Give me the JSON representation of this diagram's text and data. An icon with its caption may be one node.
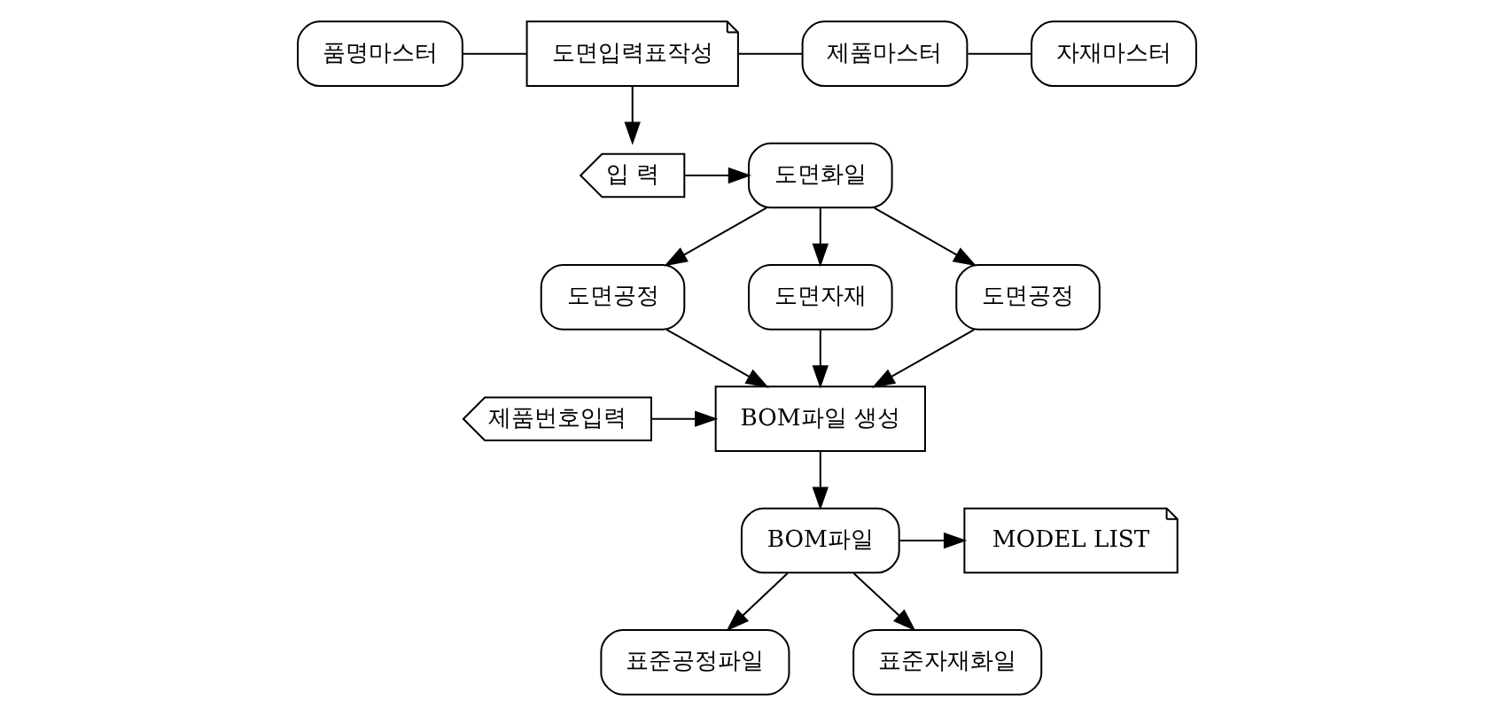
{
  "diagram": {
    "nodes": [
      {
        "text": [
          "품명마스터"
        ]
      },
      {
        "text": [
          "도면입력표작성"
        ]
      },
      {
        "text": [
          "제품마스터"
        ]
      },
      {
        "text": [
          "자재마스터"
        ]
      },
      {
        "text": [
          "입 력"
        ]
      },
      {
        "text": [
          "도면화일"
        ]
      },
      {
        "text": [
          "도면공정"
        ]
      },
      {
        "text": [
          "도면자재"
        ]
      },
      {
        "text": [
          "도면공정"
        ]
      },
      {
        "text": [
          "제품번호입력"
        ]
      },
      {
        "text": [
          "BOM파일 생성"
        ]
      },
      {
        "text": [
          "MODEL LIST"
        ]
      },
      {
        "text": [
          "BOM파일"
        ]
      },
      {
        "text": [
          "표준공정파일"
        ]
      },
      {
        "text": [
          "표준자재화일"
        ]
      }
    ],
    "edges": [
      {
        "from": 0,
        "to": 1,
        "arrow": "none"
      },
      {
        "from": 1,
        "to": 2,
        "arrow": "none"
      },
      {
        "from": 2,
        "to": 3,
        "arrow": "none"
      },
      {
        "from": 1,
        "to": 4,
        "arrow": "to"
      },
      {
        "from": 4,
        "to": 5,
        "arrow": "to"
      },
      {
        "from": 5,
        "to": 6,
        "arrow": "to"
      },
      {
        "from": 5,
        "to": 7,
        "arrow": "to"
      },
      {
        "from": 5,
        "to": 8,
        "arrow": "to"
      },
      {
        "from": 6,
        "to": 10,
        "arrow": "to"
      },
      {
        "from": 7,
        "to": 10,
        "arrow": "to"
      },
      {
        "from": 8,
        "to": 10,
        "arrow": "to"
      },
      {
        "from": 9,
        "to": 10,
        "arrow": "to"
      },
      {
        "from": 10,
        "to": 12,
        "arrow": "to"
      },
      {
        "from": 12,
        "to": 11,
        "arrow": "to"
      },
      {
        "from": 12,
        "to": 13,
        "arrow": "to"
      },
      {
        "from": 12,
        "to": 14,
        "arrow": "to"
      }
    ]
  }
}
